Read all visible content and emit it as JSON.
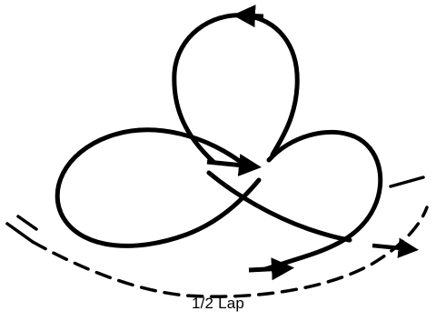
{
  "caption": "1/2 Lap",
  "colors": {
    "ink": "#000000",
    "background": "#ffffff"
  },
  "icons": {
    "arrowhead": "arrowhead-icon"
  },
  "diagram": {
    "type": "knot-pattern",
    "loops": [
      "top-loop",
      "left-lobe",
      "right-lobe"
    ],
    "dashed_paths": [
      "outer-dashed-curve",
      "left-tail-line"
    ],
    "direction_arrows": 4
  }
}
